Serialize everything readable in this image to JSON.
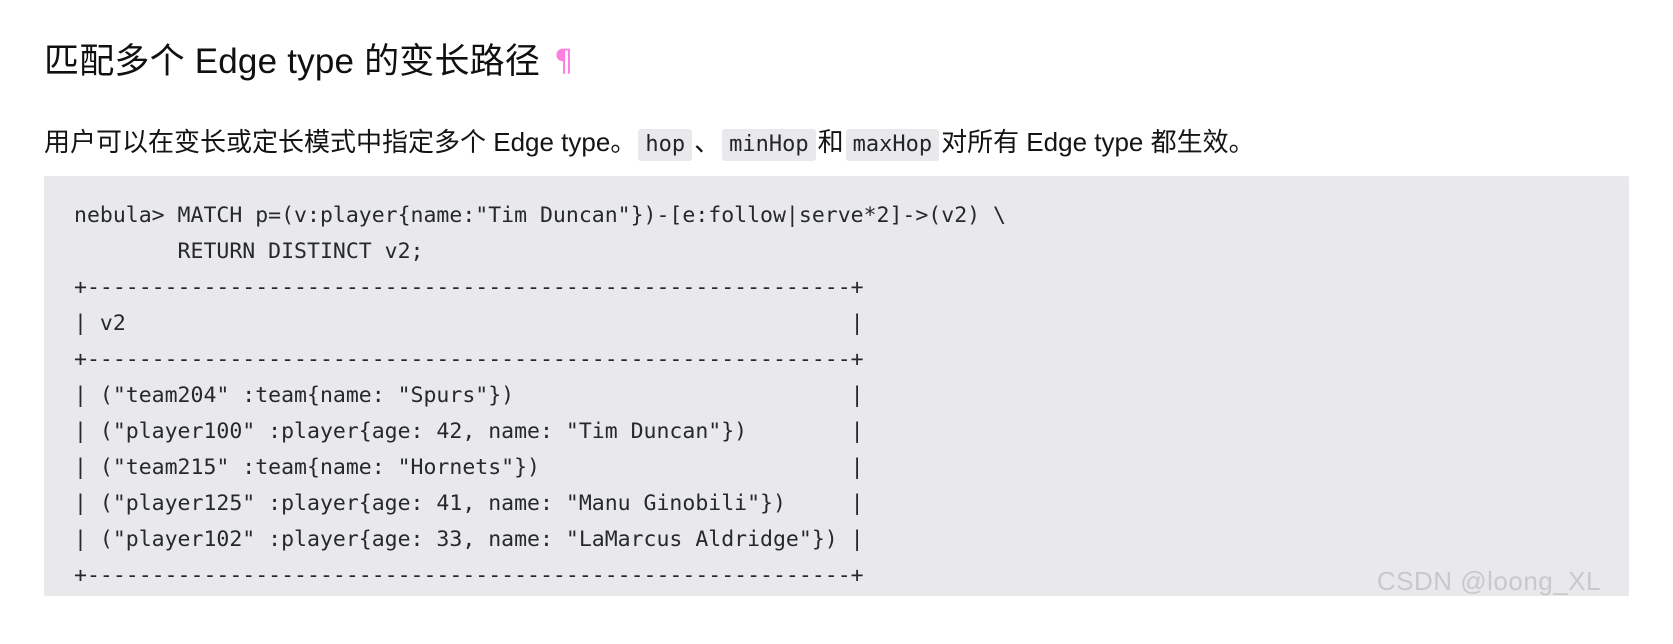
{
  "heading": {
    "text": "匹配多个 Edge type 的变长路径",
    "anchor_symbol": "¶",
    "anchor_color": "#ff7fe0"
  },
  "paragraph": {
    "part1": "用户可以在变长或定长模式中指定多个 Edge type。",
    "code1": "hop",
    "part2": "、",
    "code2": "minHop",
    "part3": "和",
    "code3": "maxHop",
    "part4": "对所有 Edge type 都生效。"
  },
  "code_block": {
    "background": "#e9e9eb",
    "prompt": "nebula>",
    "lines": [
      "nebula> MATCH p=(v:player{name:\"Tim Duncan\"})-[e:follow|serve*2]->(v2) \\",
      "        RETURN DISTINCT v2;",
      "+-----------------------------------------------------------+",
      "| v2                                                        |",
      "+-----------------------------------------------------------+",
      "| (\"team204\" :team{name: \"Spurs\"})                          |",
      "| (\"player100\" :player{age: 42, name: \"Tim Duncan\"})        |",
      "| (\"team215\" :team{name: \"Hornets\"})                        |",
      "| (\"player125\" :player{age: 41, name: \"Manu Ginobili\"})     |",
      "| (\"player102\" :player{age: 33, name: \"LaMarcus Aldridge\"}) |",
      "+-----------------------------------------------------------+"
    ],
    "query": "MATCH p=(v:player{name:\"Tim Duncan\"})-[e:follow|serve*2]->(v2) \\ RETURN DISTINCT v2;",
    "result_table": {
      "columns": [
        "v2"
      ],
      "rows": [
        [
          "(\"team204\" :team{name: \"Spurs\"})"
        ],
        [
          "(\"player100\" :player{age: 42, name: \"Tim Duncan\"})"
        ],
        [
          "(\"team215\" :team{name: \"Hornets\"})"
        ],
        [
          "(\"player125\" :player{age: 41, name: \"Manu Ginobili\"})"
        ],
        [
          "(\"player102\" :player{age: 33, name: \"LaMarcus Aldridge\"})"
        ]
      ]
    }
  },
  "watermark": {
    "text": "CSDN @loong_XL"
  }
}
